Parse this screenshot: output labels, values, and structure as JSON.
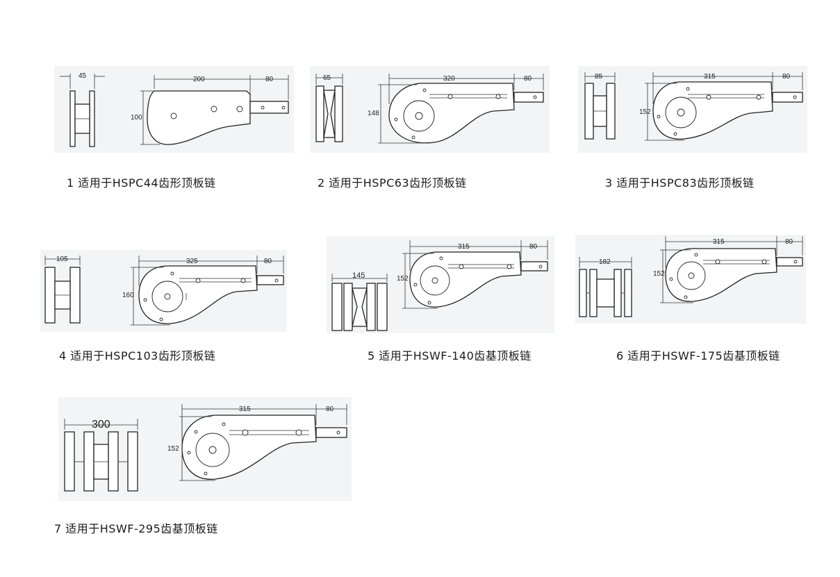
{
  "diagrams": [
    {
      "id": 1,
      "width": "45",
      "length": "200",
      "shaft": "80",
      "height": "100",
      "caption": "1  适用于HSPC44齿形顶板链"
    },
    {
      "id": 2,
      "width": "65",
      "length": "320",
      "shaft": "80",
      "height": "148",
      "caption": "2  适用于HSPC63齿形顶板链"
    },
    {
      "id": 3,
      "width": "85",
      "length": "315",
      "shaft": "80",
      "height": "152",
      "caption": "3  适用于HSPC83齿形顶板链"
    },
    {
      "id": 4,
      "width": "105",
      "length": "325",
      "shaft": "80",
      "height": "160",
      "caption": "4  适用于HSPC103齿形顶板链"
    },
    {
      "id": 5,
      "width": "145",
      "length": "315",
      "shaft": "80",
      "height": "152",
      "caption": "5  适用于HSWF-140齿基顶板链"
    },
    {
      "id": 6,
      "width": "182",
      "length": "315",
      "shaft": "80",
      "height": "152",
      "caption": "6  适用于HSWF-175齿基顶板链"
    },
    {
      "id": 7,
      "width": "300",
      "length": "315",
      "shaft": "80",
      "height": "152",
      "caption": "7  适用于HSWF-295齿基顶板链"
    }
  ]
}
